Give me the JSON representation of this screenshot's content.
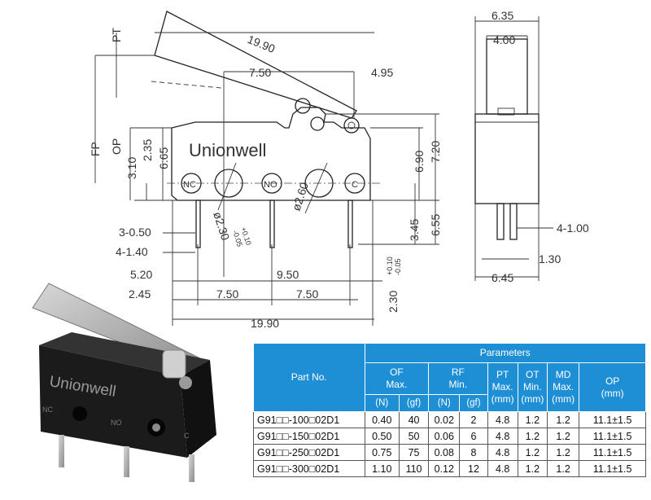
{
  "drawing": {
    "brand": "Unionwell",
    "terminal_labels": [
      "NC",
      "NO",
      "C"
    ],
    "dimensions": {
      "lever_length": "19.90",
      "lever_pivot_to_actuator": "7.50",
      "lever_end": "4.95",
      "pt": "PT",
      "fp": "FP",
      "op": "OP",
      "h_310": "3.10",
      "h_235": "2.35",
      "h_665": "6.65",
      "h_690": "6.90",
      "h_720": "7.20",
      "h_655": "6.55",
      "h_345": "3.45",
      "hole_230": "ø2.30",
      "hole_230_tol_top": "+0.10",
      "hole_230_tol_bot": "-0.05",
      "hole_260": "ø2.60",
      "pin_width": "3-0.50",
      "pin_thick": "4-1.40",
      "pin_pos_a": "5.20",
      "pin_pos_b": "9.50",
      "pin_pos_c": "2.45",
      "pin_pitch_1": "7.50",
      "pin_pitch_2": "7.50",
      "total_length": "19.90",
      "pin_230": "2.30",
      "pin_230_tol_top": "+0.10",
      "pin_230_tol_bot": "-0.05",
      "side_width_top": "6.35",
      "side_width_inner": "4.00",
      "side_pin": "4-1.00",
      "side_130": "1.30",
      "side_width_bottom": "6.45"
    }
  },
  "table": {
    "header_group": "Parameters",
    "part_no_label": "Part No.",
    "columns": [
      {
        "label": "OF",
        "sub": "Max.",
        "units": [
          "(N)",
          "(gf)"
        ]
      },
      {
        "label": "RF",
        "sub": "Min.",
        "units": [
          "(N)",
          "(gf)"
        ]
      },
      {
        "label": "PT",
        "sub": "Max.",
        "units": [
          "(mm)"
        ]
      },
      {
        "label": "OT",
        "sub": "Min.",
        "units": [
          "(mm)"
        ]
      },
      {
        "label": "MD",
        "sub": "Max.",
        "units": [
          "(mm)"
        ]
      },
      {
        "label": "OP",
        "sub": "",
        "units": [
          "(mm)"
        ]
      }
    ],
    "rows": [
      [
        "G91□□-100□02D1",
        "0.40",
        "40",
        "0.02",
        "2",
        "4.8",
        "1.2",
        "1.2",
        "11.1±1.5"
      ],
      [
        "G91□□-150□02D1",
        "0.50",
        "50",
        "0.06",
        "6",
        "4.8",
        "1.2",
        "1.2",
        "11.1±1.5"
      ],
      [
        "G91□□-250□02D1",
        "0.75",
        "75",
        "0.08",
        "8",
        "4.8",
        "1.2",
        "1.2",
        "11.1±1.5"
      ],
      [
        "G91□□-300□02D1",
        "1.10",
        "110",
        "0.12",
        "12",
        "4.8",
        "1.2",
        "1.2",
        "11.1±1.5"
      ]
    ]
  },
  "photo": {
    "brand": "Unionwell",
    "terminal_labels": [
      "NC",
      "NO",
      "C"
    ]
  },
  "colors": {
    "table_header": "#1e8fd5",
    "switch_body": "#1b1b1b",
    "lever": "#b8b8b8"
  }
}
